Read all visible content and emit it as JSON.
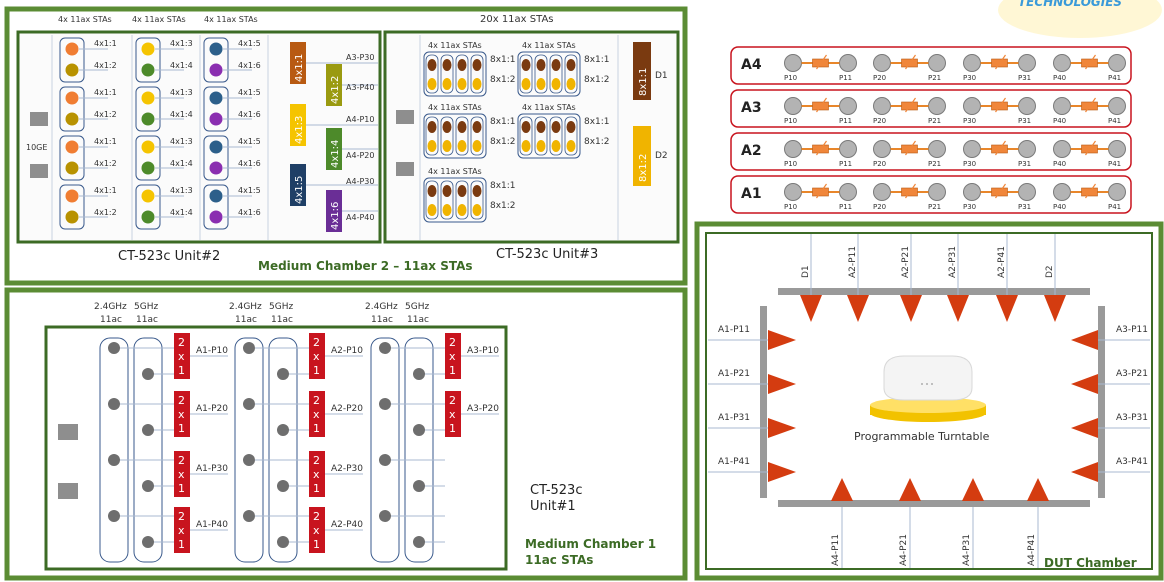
{
  "logo": {
    "text": "TECHNOLOGIES"
  },
  "colors": {
    "green_frame": "#5b8c34",
    "dark_green": "#3c6b25",
    "red_box": "#c8141e",
    "rail": "#9a9a9a",
    "antenna": "#d43c10",
    "brown": "#7a3a10",
    "gold": "#f0b400"
  },
  "mc2": {
    "label": "Medium Chamber 2 – 11ax STAs",
    "unit2": {
      "label": "CT-523c  Unit#2",
      "port_label": "10GE",
      "col_headers": [
        "4x 11ax STAs",
        "4x 11ax STAs",
        "4x 11ax STAs"
      ],
      "col1_ports": [
        "4x1:1",
        "4x1:2",
        "4x1:1",
        "4x1:2",
        "4x1:1",
        "4x1:2",
        "4x1:1",
        "4x1:2"
      ],
      "col2_ports": [
        "4x1:3",
        "4x1:4",
        "4x1:3",
        "4x1:4",
        "4x1:3",
        "4x1:4",
        "4x1:3",
        "4x1:4"
      ],
      "col3_ports": [
        "4x1:5",
        "4x1:6",
        "4x1:5",
        "4x1:6",
        "4x1:5",
        "4x1:6",
        "4x1:5",
        "4x1:6"
      ],
      "splitters": [
        "4x1:1",
        "4x1:2",
        "4x1:3",
        "4x1:4",
        "4x1:5",
        "4x1:6"
      ],
      "outputs": [
        "A3-P30",
        "A3-P40",
        "A4-P10",
        "A4-P20",
        "A4-P30",
        "A4-P40"
      ]
    },
    "unit3": {
      "label": "CT-523c  Unit#3",
      "header": "20x 11ax STAs",
      "group_header": "4x 11ax STAs",
      "ports": [
        "8x1:1",
        "8x1:2"
      ],
      "splitters": [
        "8x1:1",
        "8x1:2"
      ],
      "outputs": [
        "D1",
        "D2"
      ]
    }
  },
  "mc1": {
    "label_line1": "Medium Chamber 1",
    "label_line2": "11ac STAs",
    "unit_line1": "CT-523c",
    "unit_line2": "Unit#1",
    "band_24": "2.4GHz",
    "band_5": "5GHz",
    "band_std": "11ac",
    "combiner": [
      "2",
      "x",
      "1"
    ],
    "outputs_a1": [
      "A1-P10",
      "A1-P20",
      "A1-P30",
      "A1-P40"
    ],
    "outputs_a2": [
      "A2-P10",
      "A2-P20",
      "A2-P30",
      "A2-P40"
    ],
    "outputs_a3": [
      "A3-P10",
      "A3-P20"
    ]
  },
  "attenuators": {
    "rows": [
      "A4",
      "A3",
      "A2",
      "A1"
    ],
    "ports": [
      "P10",
      "P11",
      "P20",
      "P21",
      "P30",
      "P31",
      "P40",
      "P41"
    ]
  },
  "dut": {
    "label": "DUT Chamber",
    "turntable": "Programmable Turntable",
    "top": [
      "D1",
      "A2-P11",
      "A2-P21",
      "A2-P31",
      "A2-P41",
      "D2"
    ],
    "left": [
      "A1-P11",
      "A1-P21",
      "A1-P31",
      "A1-P41"
    ],
    "right": [
      "A3-P11",
      "A3-P21",
      "A3-P31",
      "A3-P41"
    ],
    "bottom": [
      "A4-P11",
      "A4-P21",
      "A4-P31",
      "A4-P41"
    ]
  }
}
